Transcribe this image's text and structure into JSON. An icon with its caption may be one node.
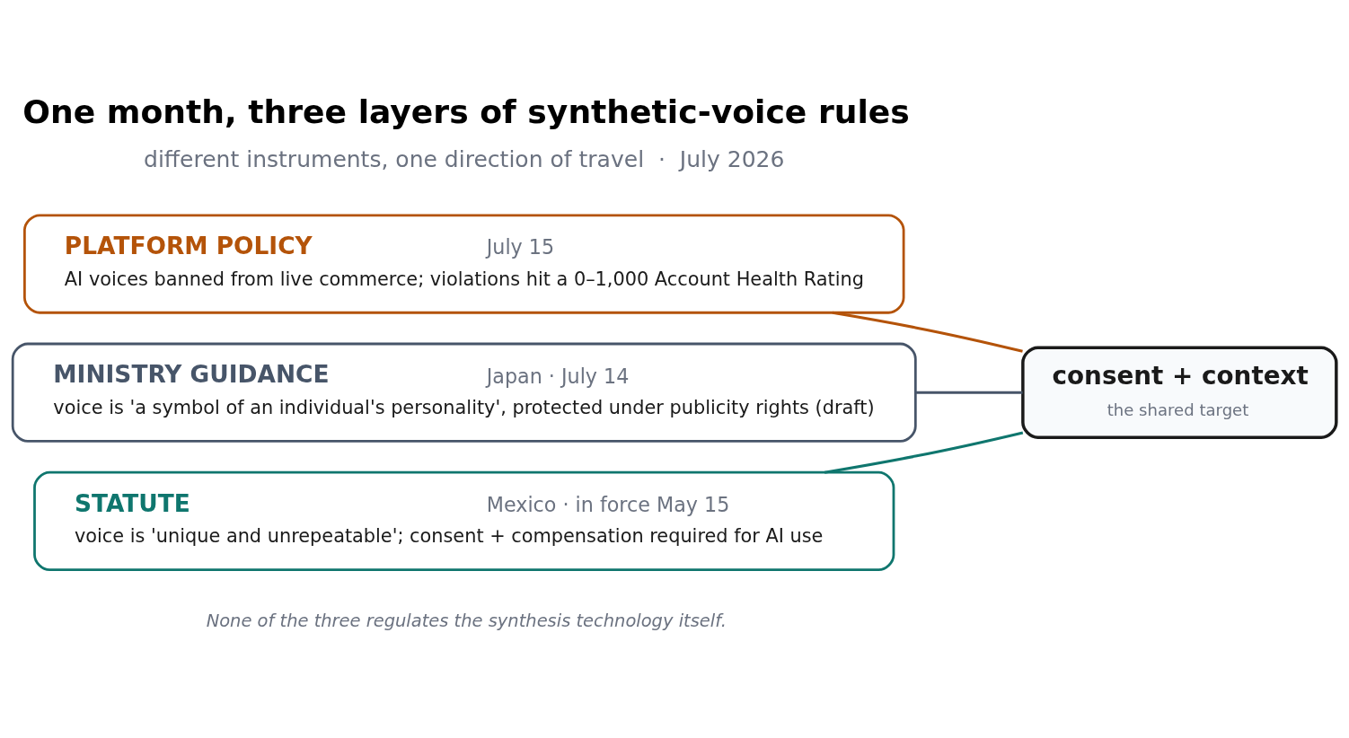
{
  "diagram": {
    "title": "One month, three layers of synthetic-voice rules",
    "caption": "None of the three regulates the synthesis technology itself.",
    "nodes": [
      {
        "text": [
          "PLATFORM POLICY",
          "July 15",
          "AI voices banned from live commerce; violations hit a 0–1,000 Account Health Rating"
        ]
      },
      {
        "text": [
          "MINISTRY GUIDANCE",
          "Japan · July 14",
          "voice is 'a symbol of an individual's personality', protected under publicity rights (draft)"
        ]
      },
      {
        "text": [
          "STATUTE",
          "Mexico · in force May 15",
          "voice is 'unique and unrepeatable'; consent + compensation required for AI use"
        ]
      },
      {
        "text": [
          "consent + context",
          "the shared target"
        ]
      }
    ],
    "edges": [
      {
        "from": 0,
        "to": 3,
        "arrow": "none",
        "color": "#b45309"
      },
      {
        "from": 1,
        "to": 3,
        "arrow": "none",
        "color": "#475569"
      },
      {
        "from": 2,
        "to": 3,
        "arrow": "none",
        "color": "#0f766e"
      }
    ],
    "labels": [
      "different instruments, one direction of travel  ·  July 2026"
    ]
  }
}
